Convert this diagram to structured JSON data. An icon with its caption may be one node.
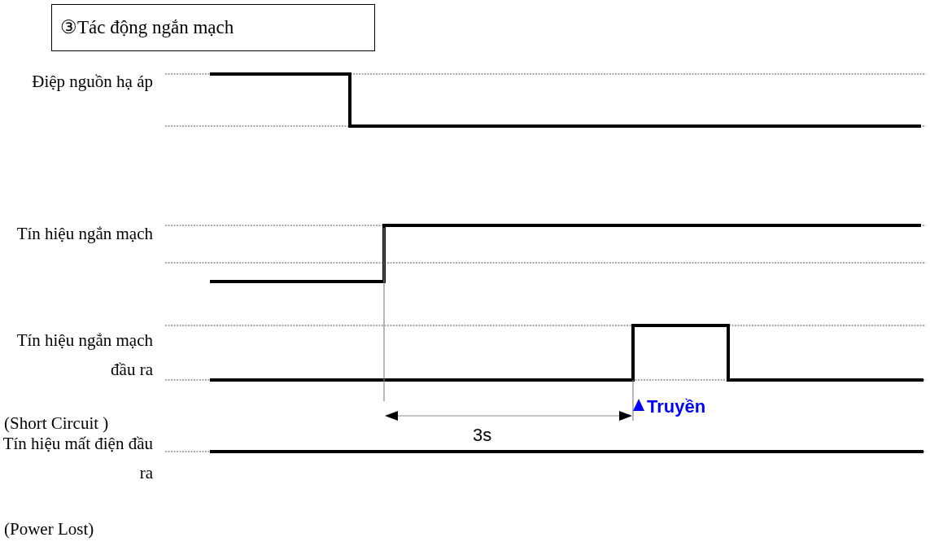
{
  "diagram": {
    "title": "③Tác động ngắn mạch",
    "labels": [
      "Điệp nguồn hạ áp",
      "Tín hiệu ngắn mạch",
      "Tín hiệu ngắn mạch đầu ra",
      "(Short Circuit )",
      "Truyền",
      "3s",
      "Tín hiệu mất điện đầu ra",
      "(Power Lost)"
    ]
  }
}
